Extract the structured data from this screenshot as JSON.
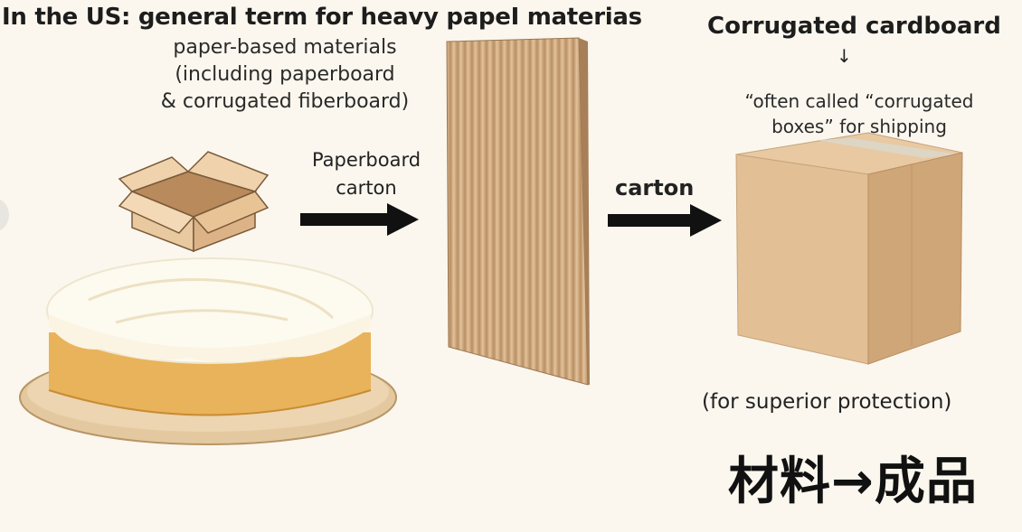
{
  "labels": {
    "top_title": "In the US: general term for heavy papeI materias",
    "paper_based_lines": [
      "paper-based materials",
      "(including paperboard",
      "& corrugated fiberboard)"
    ],
    "right_title": "Corrugated cardboard",
    "down_arrow": "↓",
    "quote_lines": [
      "“often called “corrugated",
      "boxes” for shipping"
    ],
    "paperboard_lines": [
      "Paperboard",
      "carton"
    ],
    "carton": "carton",
    "protection": "(for superior protection)",
    "materials_to_products": "材料→成品"
  },
  "colors": {
    "background": "#fbf7ee",
    "cardboard": "#d8b48c",
    "cardboard_dark": "#b98f63",
    "cake": "#e8b35a",
    "frosting": "#fdfaf0",
    "arrow": "#111111"
  },
  "icons": [
    "open-box-illustration",
    "cake-on-board-illustration",
    "corrugated-sheet-illustration",
    "closed-box-illustration",
    "right-arrow-icon"
  ]
}
